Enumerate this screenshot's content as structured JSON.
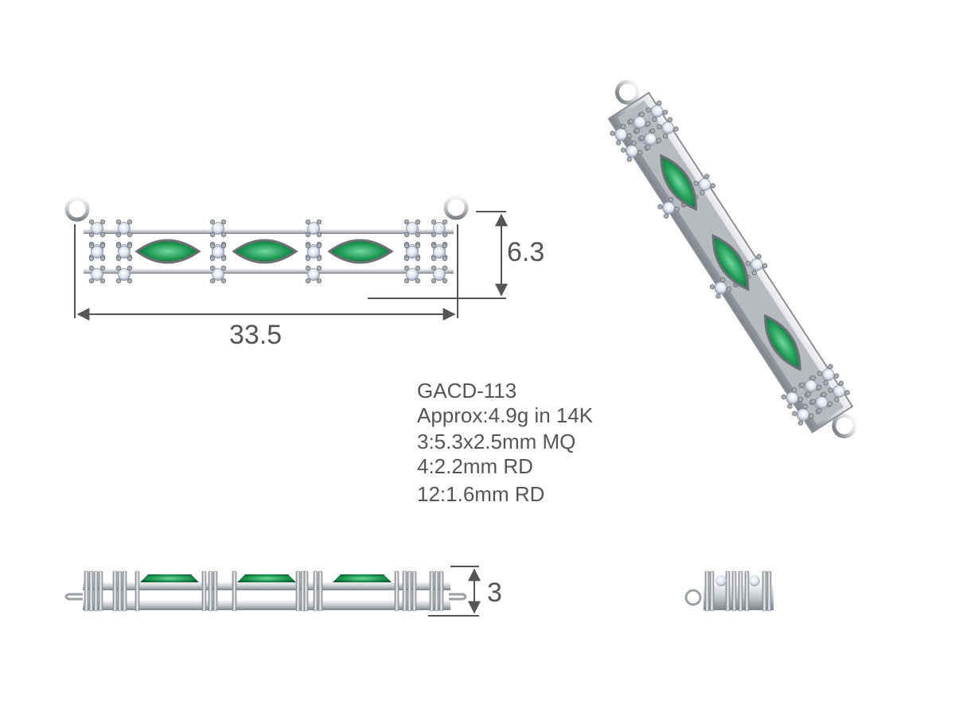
{
  "dimensions": {
    "length": "33.5",
    "height": "6.3",
    "depth": "3"
  },
  "spec": {
    "code": "GACD-113",
    "weight": "Approx:4.9g in 14K",
    "marquise": "3:5.3x2.5mm MQ",
    "round_large": "4:2.2mm RD",
    "round_small": "12:1.6mm RD"
  },
  "colors": {
    "metal": "#c9ccd0",
    "metal_dark": "#8d9196",
    "emerald": "#1f9a55",
    "emerald_light": "#53c985",
    "diamond": "#e8ecf4",
    "dimension_line": "#555555"
  }
}
